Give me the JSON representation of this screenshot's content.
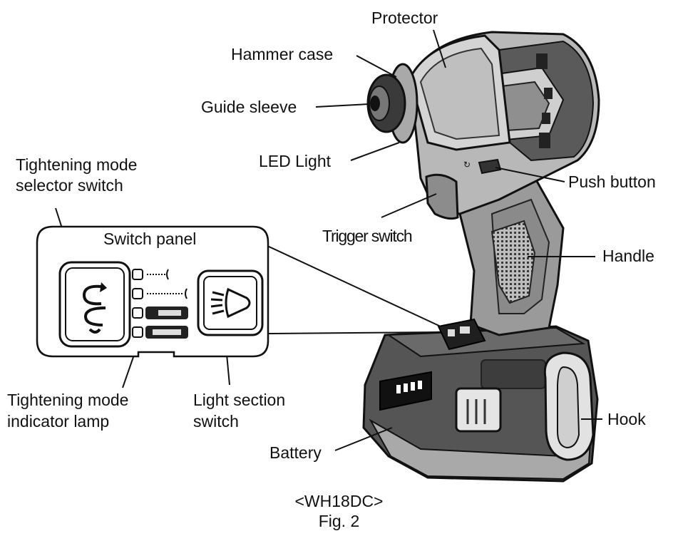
{
  "labels": {
    "protector": "Protector",
    "hammer_case": "Hammer case",
    "guide_sleeve": "Guide sleeve",
    "led_light": "LED Light",
    "tightening_mode_selector": [
      "Tightening mode",
      "selector switch"
    ],
    "push_button": "Push button",
    "trigger_switch": "Trigger switch",
    "switch_panel": "Switch panel",
    "handle": "Handle",
    "tightening_mode_indicator": [
      "Tightening mode",
      "indicator lamp"
    ],
    "light_section_switch": [
      "Light section",
      "switch"
    ],
    "hook": "Hook",
    "battery": "Battery"
  },
  "caption": {
    "model": "<WH18DC>",
    "figure": "Fig. 2"
  }
}
